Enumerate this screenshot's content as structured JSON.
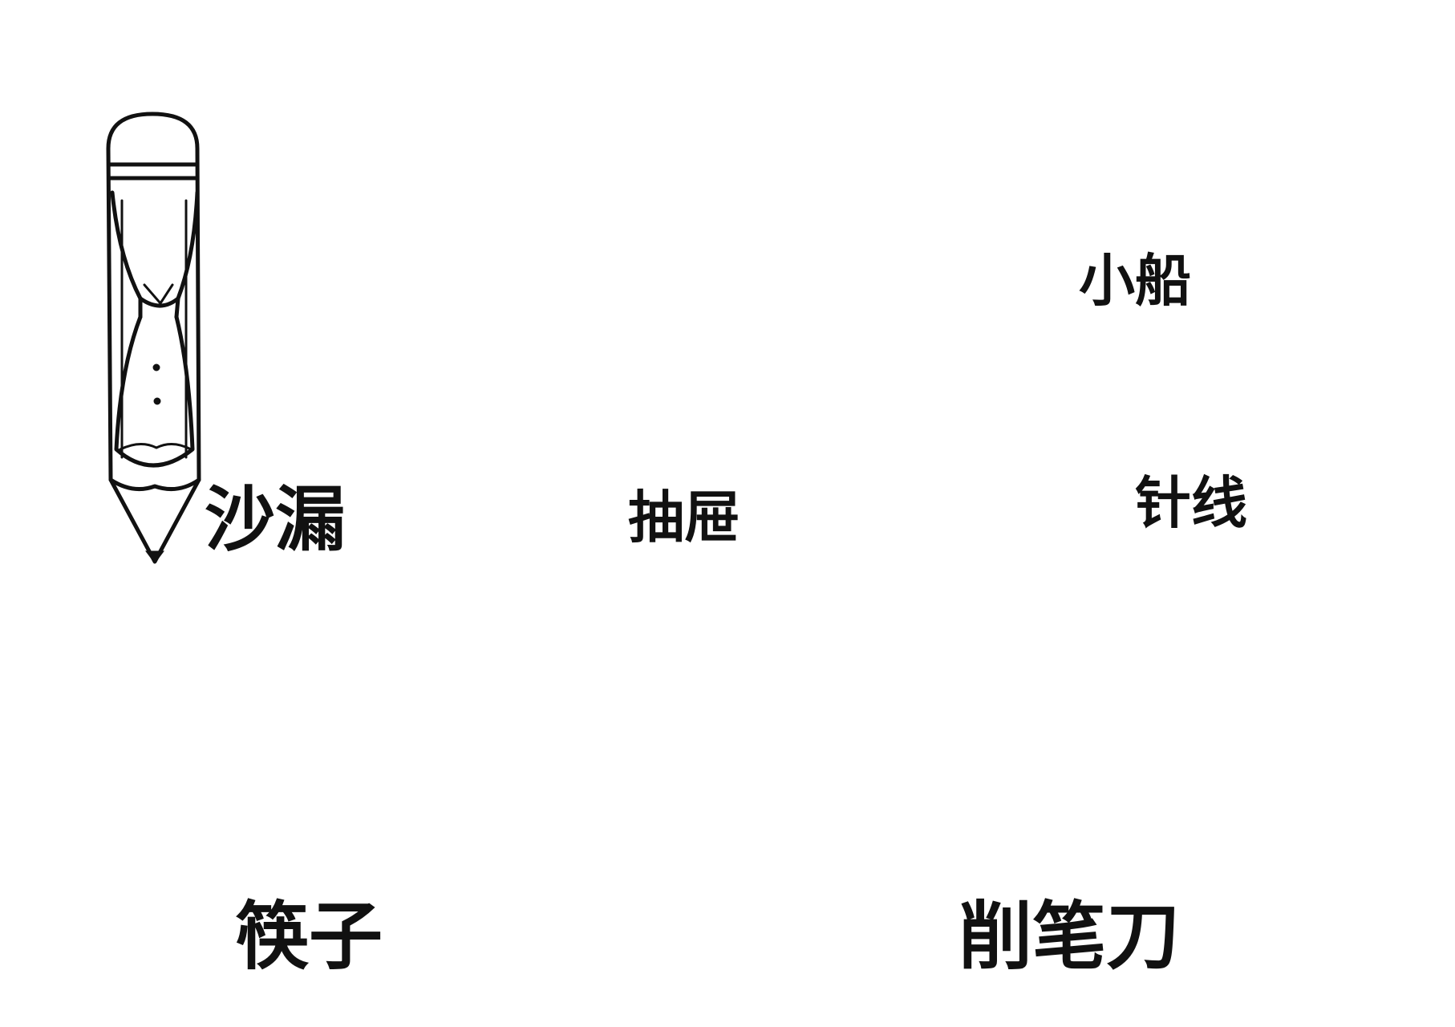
{
  "labels": {
    "hourglass": "沙漏",
    "drawer": "抽屉",
    "boat": "小船",
    "needle_thread": "针线",
    "chopsticks": "筷子",
    "sharpener": "削笔刀"
  },
  "colors": {
    "ink": "#111111",
    "paper": "#ffffff",
    "shade": "#d9d9d9"
  }
}
